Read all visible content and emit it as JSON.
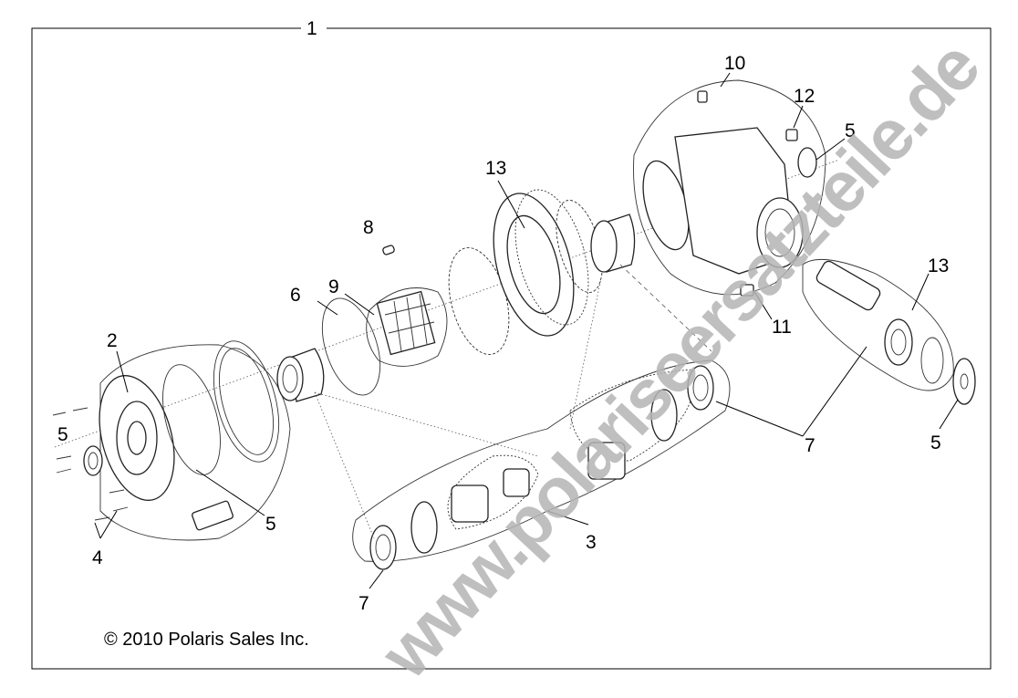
{
  "diagram": {
    "assembly_callout": "1",
    "callouts": [
      "10",
      "12",
      "5",
      "13",
      "8",
      "6",
      "9",
      "11",
      "13",
      "2",
      "5",
      "5",
      "4",
      "7",
      "5",
      "3",
      "7"
    ],
    "copyright": "© 2010 Polaris Sales Inc.",
    "watermark": "www.polariseersatzteile.de"
  }
}
